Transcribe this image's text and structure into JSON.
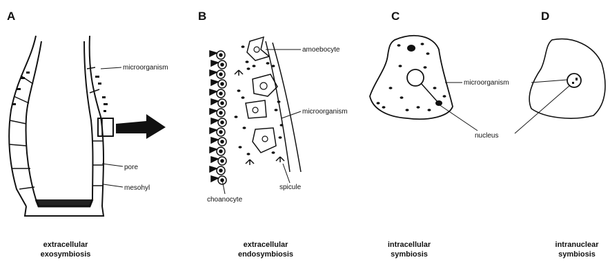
{
  "panels": [
    {
      "letter": "A",
      "labels": {
        "microorganism": "microorganism",
        "pore": "pore",
        "mesohyl": "mesohyl"
      },
      "caption": [
        "extracellular",
        "exosymbiosis"
      ]
    },
    {
      "letter": "B",
      "labels": {
        "amoebocyte": "amoebocyte",
        "microorganism": "microorganism",
        "choanocyte": "choanocyte",
        "spicule": "spicule"
      },
      "caption": [
        "extracellular",
        "endosymbiosis"
      ]
    },
    {
      "letter": "C",
      "labels": {
        "microorganism": "microorganism",
        "nucleus": "nucleus"
      },
      "caption": [
        "intracellular",
        "symbiosis"
      ]
    },
    {
      "letter": "D",
      "labels": {},
      "caption": [
        "intranuclear",
        "symbiosis"
      ]
    }
  ],
  "colors": {
    "ink": "#111111",
    "background": "#ffffff"
  },
  "icons": {
    "arrow": "right-arrow-icon"
  }
}
